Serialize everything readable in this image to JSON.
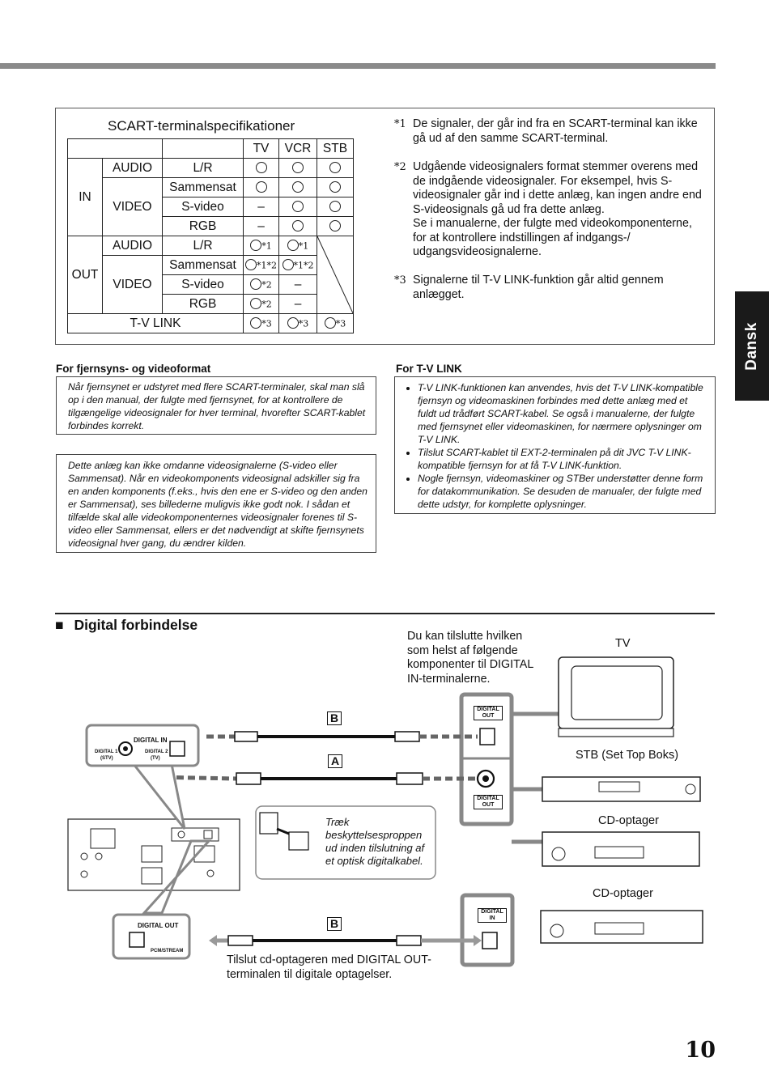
{
  "table": {
    "title": "SCART-terminalspecifikationer",
    "headers": [
      "TV",
      "VCR",
      "STB"
    ],
    "groups": {
      "in": "IN",
      "out": "OUT",
      "audio": "AUDIO",
      "video": "VIDEO",
      "tvlink": "T-V LINK"
    },
    "rows": {
      "lr": "L/R",
      "sammensat": "Sammensat",
      "svideo": "S-video",
      "rgb": "RGB",
      "dash": "–",
      "note1": "*1",
      "note2": "*2",
      "note12": "*1*2",
      "note3": "*3"
    }
  },
  "footnotes": [
    {
      "mark": "*1",
      "text": "De signaler, der går ind fra en SCART-terminal kan ikke gå ud af den samme SCART-terminal."
    },
    {
      "mark": "*2",
      "text": "Udgående videosignalers format stemmer overens med de indgående videosignaler. For eksempel, hvis S-videosignaler går ind i dette anlæg, kan ingen andre end S-videosignals gå ud fra dette anlæg.",
      "text2": "Se i manualerne, der fulgte med videokomponenterne, for at kontrollere indstillingen af indgangs-/ udgangsvideosignalerne."
    },
    {
      "mark": "*3",
      "text": "Signalerne til T-V LINK-funktion går altid gennem anlægget."
    }
  ],
  "side_tab": "Dansk",
  "tv_format": {
    "heading": "For fjernsyns- og videoformat",
    "box1": "Når fjernsynet er udstyret med flere SCART-terminaler, skal man slå op i den manual, der fulgte med fjernsynet, for at kontrollere de tilgængelige videosignaler for hver terminal, hvorefter SCART-kablet forbindes korrekt.",
    "box2": "Dette anlæg kan ikke omdanne videosignalerne (S-video eller Sammensat). Når en videokomponents videosignal adskiller sig fra en anden komponents (f.eks., hvis den ene er S-video og den anden er Sammensat), ses billederne muligvis ikke godt nok. I sådan et tilfælde skal alle videokomponenternes videosignaler forenes til S-video eller Sammensat, ellers er det nødvendigt at skifte fjernsynets videosignal hver gang, du ændrer kilden."
  },
  "tvlink": {
    "heading": "For T-V LINK",
    "items": [
      "T-V LINK-funktionen kan anvendes, hvis det T-V LINK-kompatible fjernsyn og videomaskinen forbindes med dette anlæg med et fuldt ud trådført SCART-kabel. Se også i manualerne, der fulgte med fjernsynet eller videomaskinen, for nærmere oplysninger om T-V LINK.",
      "Tilslut SCART-kablet til EXT-2-terminalen på dit JVC T-V LINK-kompatible fjernsyn for at få T-V LINK-funktion.",
      "Nogle fjernsyn, videomaskiner og STBer understøtter denne form for datakommunikation. Se desuden de manualer, der fulgte med dette udstyr, for komplette oplysninger."
    ]
  },
  "digital": {
    "title": "Digital forbindelse",
    "bullet": "■",
    "intro": "Du kan tilslutte hvilken som helst af følgende komponenter til DIGITAL IN-terminalerne.",
    "tv": "TV",
    "stb": "STB (Set Top Boks)",
    "cd1": "CD-optager",
    "cd2": "CD-optager",
    "label_a": "A",
    "label_b": "B",
    "digital_in": "DIGITAL IN",
    "digital_1": "DIGITAL 1",
    "digital_1_sub": "(STV)",
    "digital_2": "DIGITAL 2",
    "digital_2_sub": "(TV)",
    "digital_out": "DIGITAL OUT",
    "digital": "DIGITAL",
    "out": "OUT",
    "in": "IN",
    "pcm": "PCM/STREAM",
    "pull_cap": "Træk beskyttelsesproppen ud inden tilslutning af et optisk digitalkabel.",
    "bottom_note": "Tilslut cd-optageren med DIGITAL OUT-terminalen til digitale optagelser."
  },
  "page_number": "10"
}
